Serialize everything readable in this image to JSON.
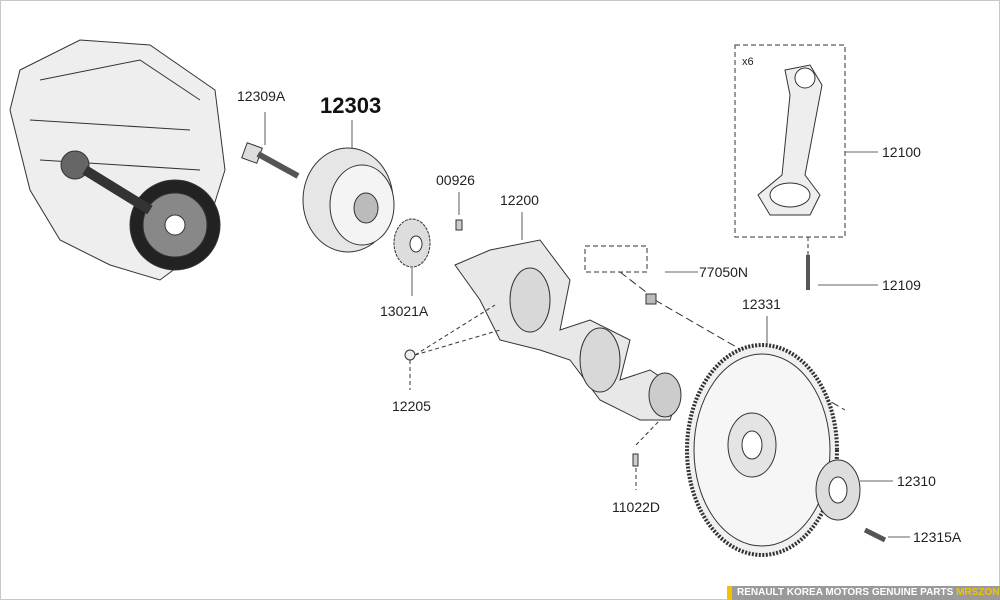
{
  "labels": {
    "p12309A": "12309A",
    "p12303": "12303",
    "p00926": "00926",
    "p12200": "12200",
    "p13021A": "13021A",
    "p12205": "12205",
    "p77050N": "77050N",
    "p12331": "12331",
    "p12100": "12100",
    "qty_12100": "x6",
    "p12109": "12109",
    "p12310": "12310",
    "p11022D": "11022D",
    "p12315A": "12315A"
  },
  "footer": {
    "text": "RENAULT KOREA MOTORS GENUINE PARTS",
    "brand": "MRSZONE"
  },
  "colors": {
    "banner_bg": "#9a9a9a",
    "banner_accent": "#f2c200"
  }
}
